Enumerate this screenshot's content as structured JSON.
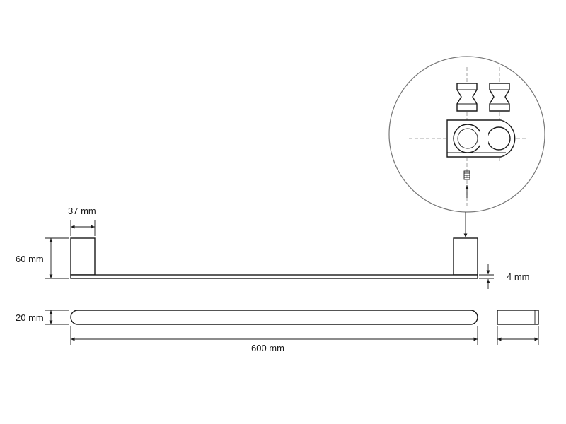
{
  "dimensions": {
    "bracket_width": "37 mm",
    "bracket_height": "60 mm",
    "bar_thickness": "4 mm",
    "bar_height": "20 mm",
    "bar_length": "600 mm"
  },
  "colors": {
    "line": "#1a1a1a",
    "detail_circle": "#777777",
    "centerline": "#8a8a8a"
  }
}
